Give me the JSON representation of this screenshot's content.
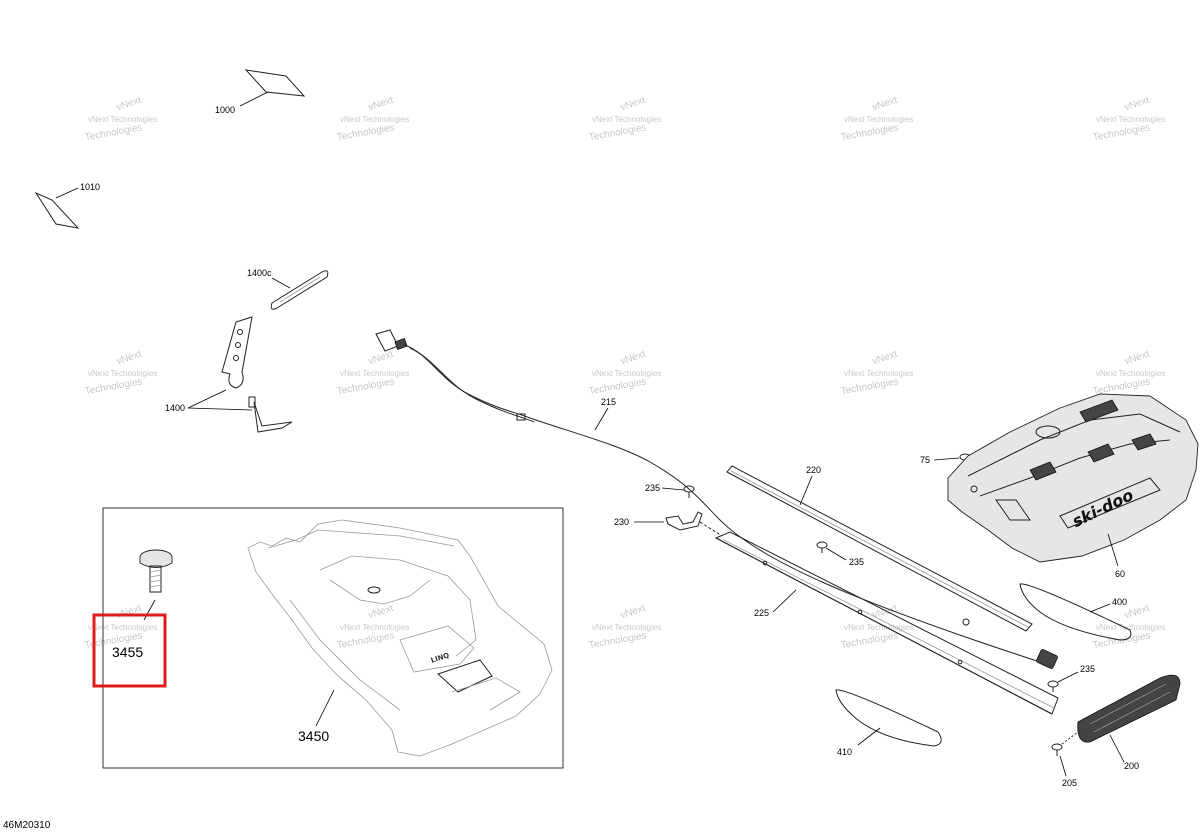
{
  "diagram": {
    "doc_code": "46M20310",
    "watermark": {
      "line1": "vNext",
      "line2": "vNext Technologies",
      "line3": "Technologies"
    },
    "callouts": {
      "c1000": "1000",
      "c1010": "1010",
      "c1400c": "1400c",
      "c1400": "1400",
      "c215": "215",
      "c220": "220",
      "c75": "75",
      "c235a": "235",
      "c230": "230",
      "c235b": "235",
      "c225": "225",
      "c60": "60",
      "c400": "400",
      "c235c": "235",
      "c410": "410",
      "c200": "200",
      "c205": "205",
      "c3455": "3455",
      "c3450": "3450"
    },
    "logo_text": "ski-doo",
    "badge_text": "LINQ",
    "highlight_color": "#e01b1b"
  }
}
